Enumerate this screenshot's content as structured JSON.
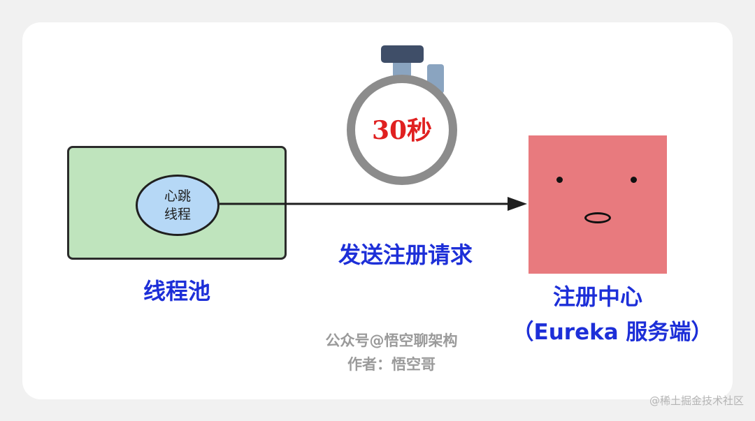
{
  "timer": {
    "label": "30秒"
  },
  "thread_pool": {
    "thread_label_line1": "心跳",
    "thread_label_line2": "线程",
    "label": "线程池"
  },
  "request": {
    "label": "发送注册请求"
  },
  "registry": {
    "title": "注册中心",
    "subtitle": "（Eureka 服务端）"
  },
  "credits": {
    "line1": "公众号@悟空聊架构",
    "line2": "作者：悟空哥"
  },
  "watermark": "@稀土掘金技术社区",
  "colors": {
    "label_blue": "#1d2fd8",
    "pool_green": "#bfe4bd",
    "thread_blue": "#b6d8f6",
    "server_red": "#e87a7e",
    "timer_red": "#e02020"
  },
  "icons": {
    "timer": "stopwatch-icon"
  }
}
